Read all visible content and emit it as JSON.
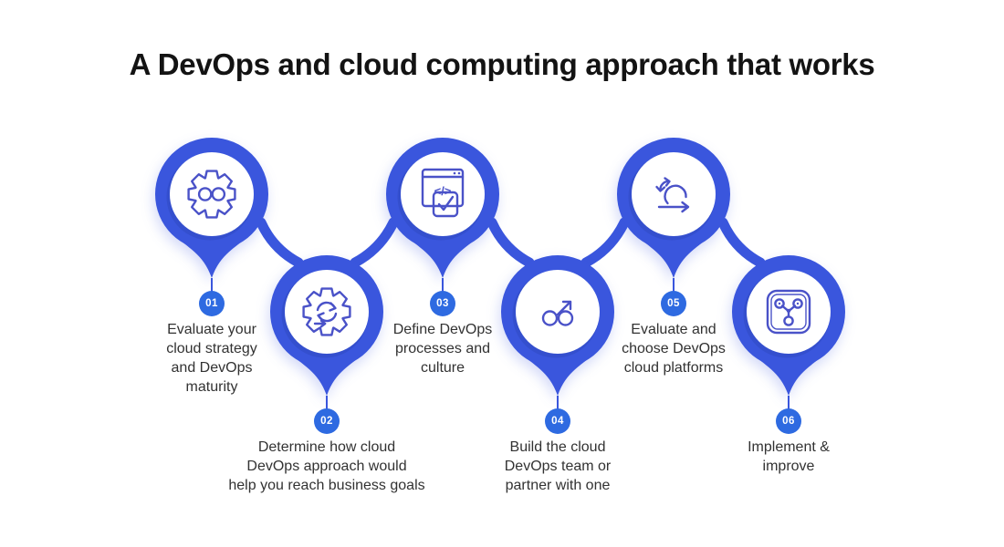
{
  "title": "A DevOps and cloud computing approach that works",
  "colors": {
    "pin_blue": "#3a56dd",
    "badge_blue": "#2e6ae1",
    "icon_stroke": "#4a52c8",
    "title_text": "#131313",
    "label_text": "#323232",
    "background": "#ffffff"
  },
  "steps": [
    {
      "number": "01",
      "icon": "devops-infinity-gear-icon",
      "position": "top",
      "label": "Evaluate your\ncloud strategy\nand DevOps\nmaturity"
    },
    {
      "number": "02",
      "icon": "process-cycle-gear-icon",
      "position": "bottom",
      "label": "Determine how cloud\nDevOps approach would\nhelp you reach business goals"
    },
    {
      "number": "03",
      "icon": "code-window-check-icon",
      "position": "top",
      "label": "Define DevOps\nprocesses and\nculture"
    },
    {
      "number": "04",
      "icon": "infinity-growth-arrow-icon",
      "position": "bottom",
      "label": "Build the cloud\nDevOps team or\npartner with one"
    },
    {
      "number": "05",
      "icon": "agile-sprint-icon",
      "position": "top",
      "label": "Evaluate and\nchoose DevOps\ncloud platforms"
    },
    {
      "number": "06",
      "icon": "network-nodes-icon",
      "position": "bottom",
      "label": "Implement &\nimprove"
    }
  ],
  "icon_glyphs": {
    "code": "</>"
  }
}
